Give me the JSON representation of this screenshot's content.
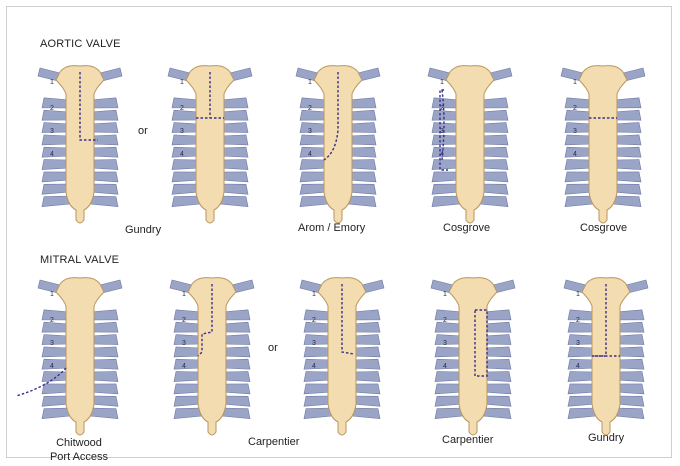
{
  "sections": {
    "aortic": {
      "title": "AORTIC VALVE"
    },
    "mitral": {
      "title": "MITRAL VALVE"
    }
  },
  "connectors": {
    "or": "or"
  },
  "aortic_labels": {
    "gundry": "Gundry",
    "arom_emory": "Arom / Emory",
    "cosgrove_1": "Cosgrove",
    "cosgrove_2": "Cosgrove"
  },
  "mitral_labels": {
    "chitwood_line1": "Chitwood",
    "chitwood_line2": "Port Access",
    "carpentier_1": "Carpentier",
    "carpentier_2": "Carpentier",
    "gundry": "Gundry"
  },
  "rib_numbers": [
    "1",
    "2",
    "3",
    "4"
  ],
  "colors": {
    "sternum": "#f3dcb0",
    "sternum_outline": "#b9965e",
    "rib": "#9aa4c6",
    "rib_dark": "#6f79a3",
    "incision": "#3a2f8a"
  }
}
